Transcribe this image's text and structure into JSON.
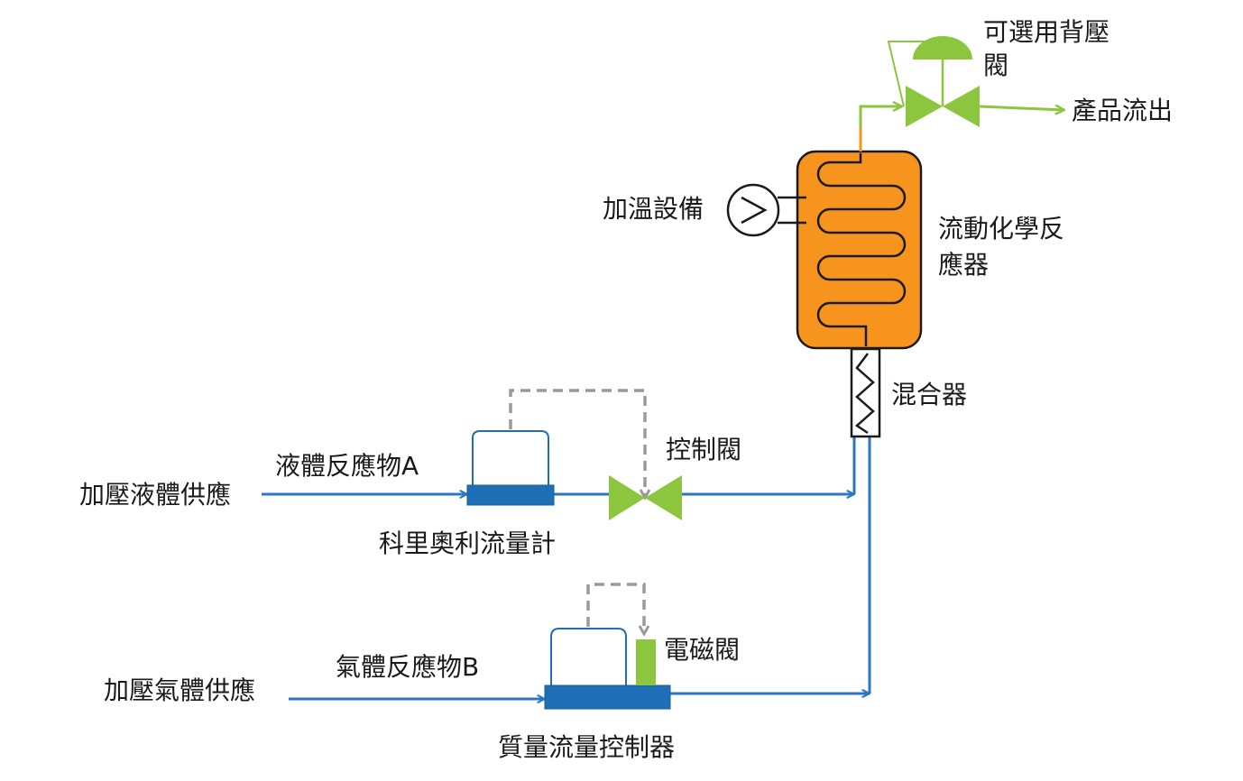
{
  "labels": {
    "liquid_supply": "加壓液體供應",
    "liquid_reactant": "液體反應物A",
    "coriolis": "科里奧利流量計",
    "control_valve": "控制閥",
    "gas_supply": "加壓氣體供應",
    "gas_reactant": "氣體反應物B",
    "solenoid": "電磁閥",
    "mfc": "質量流量控制器",
    "mixer": "混合器",
    "heater": "加溫設備",
    "reactor_line1": "流動化學反",
    "reactor_line2": "應器",
    "bpr_line1": "可選用背壓",
    "bpr_line2": "閥",
    "product": "產品流出"
  },
  "colors": {
    "flow_line": "#2a78c2",
    "meter_body": "#1f6fb6",
    "valve_green": "#8cc63f",
    "reactor_orange": "#f7941d",
    "signal_gray": "#9a9a9a",
    "text": "#1a1a1a"
  },
  "icons": {
    "heater": "heater-coil-icon",
    "valve": "bowtie-valve-icon",
    "mixer": "static-mixer-icon"
  }
}
